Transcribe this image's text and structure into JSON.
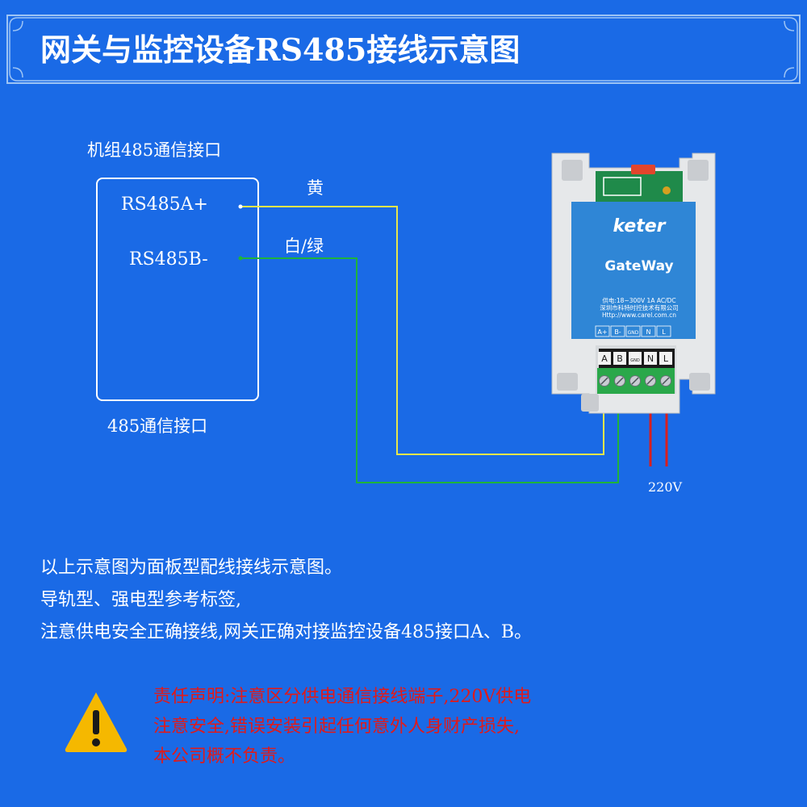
{
  "banner": {
    "title": "网关与监控设备RS485接线示意图"
  },
  "unit": {
    "title": "机组485通信接口",
    "port_a": "RS485A+",
    "port_b": "RS485B-",
    "caption": "485通信接口"
  },
  "wires": {
    "yellow_label": "黄",
    "white_green_label": "白/绿",
    "yellow_color": "#e8e64a",
    "green_color": "#1fb33a",
    "power_color": "#d81e1e",
    "power_label": "220V"
  },
  "gateway": {
    "brand": "keter",
    "name": "GateWay",
    "spec_lines": [
      "供电:18~300V 1A AC/DC",
      "深圳市科特时控技术有限公司",
      "Http://www.carel.com.cn"
    ],
    "plate_labels": [
      "A+",
      "B-",
      "GND",
      "N",
      "L"
    ],
    "terminal_labels": [
      "A",
      "B",
      "GND",
      "N",
      "L"
    ],
    "body_color": "#e6e8ea",
    "label_color": "#2f86d6"
  },
  "notes": [
    "以上示意图为面板型配线接线示意图。",
    "导轨型、强电型参考标签,",
    "注意供电安全正确接线,网关正确对接监控设备485接口A、B。"
  ],
  "disclaimer": [
    "责任声明:注意区分供电通信接线端子,220V供电",
    "注意安全,错误安装引起任何意外人身财产损失,",
    "本公司概不负责。"
  ],
  "colors": {
    "background": "#1a6ae6",
    "warning_text": "#e01a1a",
    "warning_icon": "#f5b800"
  }
}
